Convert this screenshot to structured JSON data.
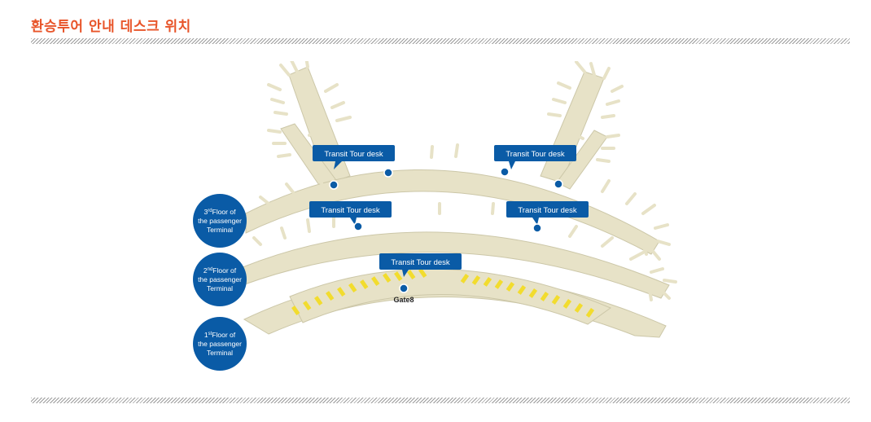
{
  "page": {
    "title": "환승투어 안내 데스크 위치"
  },
  "map": {
    "desk_label": "Transit Tour desk",
    "gate_label": "Gate8",
    "floors": [
      {
        "sup": "rd",
        "num": "3",
        "line1_rest": "Floor of",
        "line2": "the passenger",
        "line3": "Terminal"
      },
      {
        "sup": "nd",
        "num": "2",
        "line1_rest": "Floor of",
        "line2": "the passenger",
        "line3": "Terminal"
      },
      {
        "sup": "st",
        "num": "1",
        "line1_rest": "Floor of",
        "line2": "the passenger",
        "line3": "Terminal"
      }
    ],
    "colors": {
      "terminal": "#e7e2c7",
      "terminal_edge": "#ccc7a8",
      "desk_marker": "#0a5ba6",
      "floor_badge": "#0a5ba6",
      "gate_stripe": "#f2dc2e",
      "title": "#e8552a"
    }
  }
}
